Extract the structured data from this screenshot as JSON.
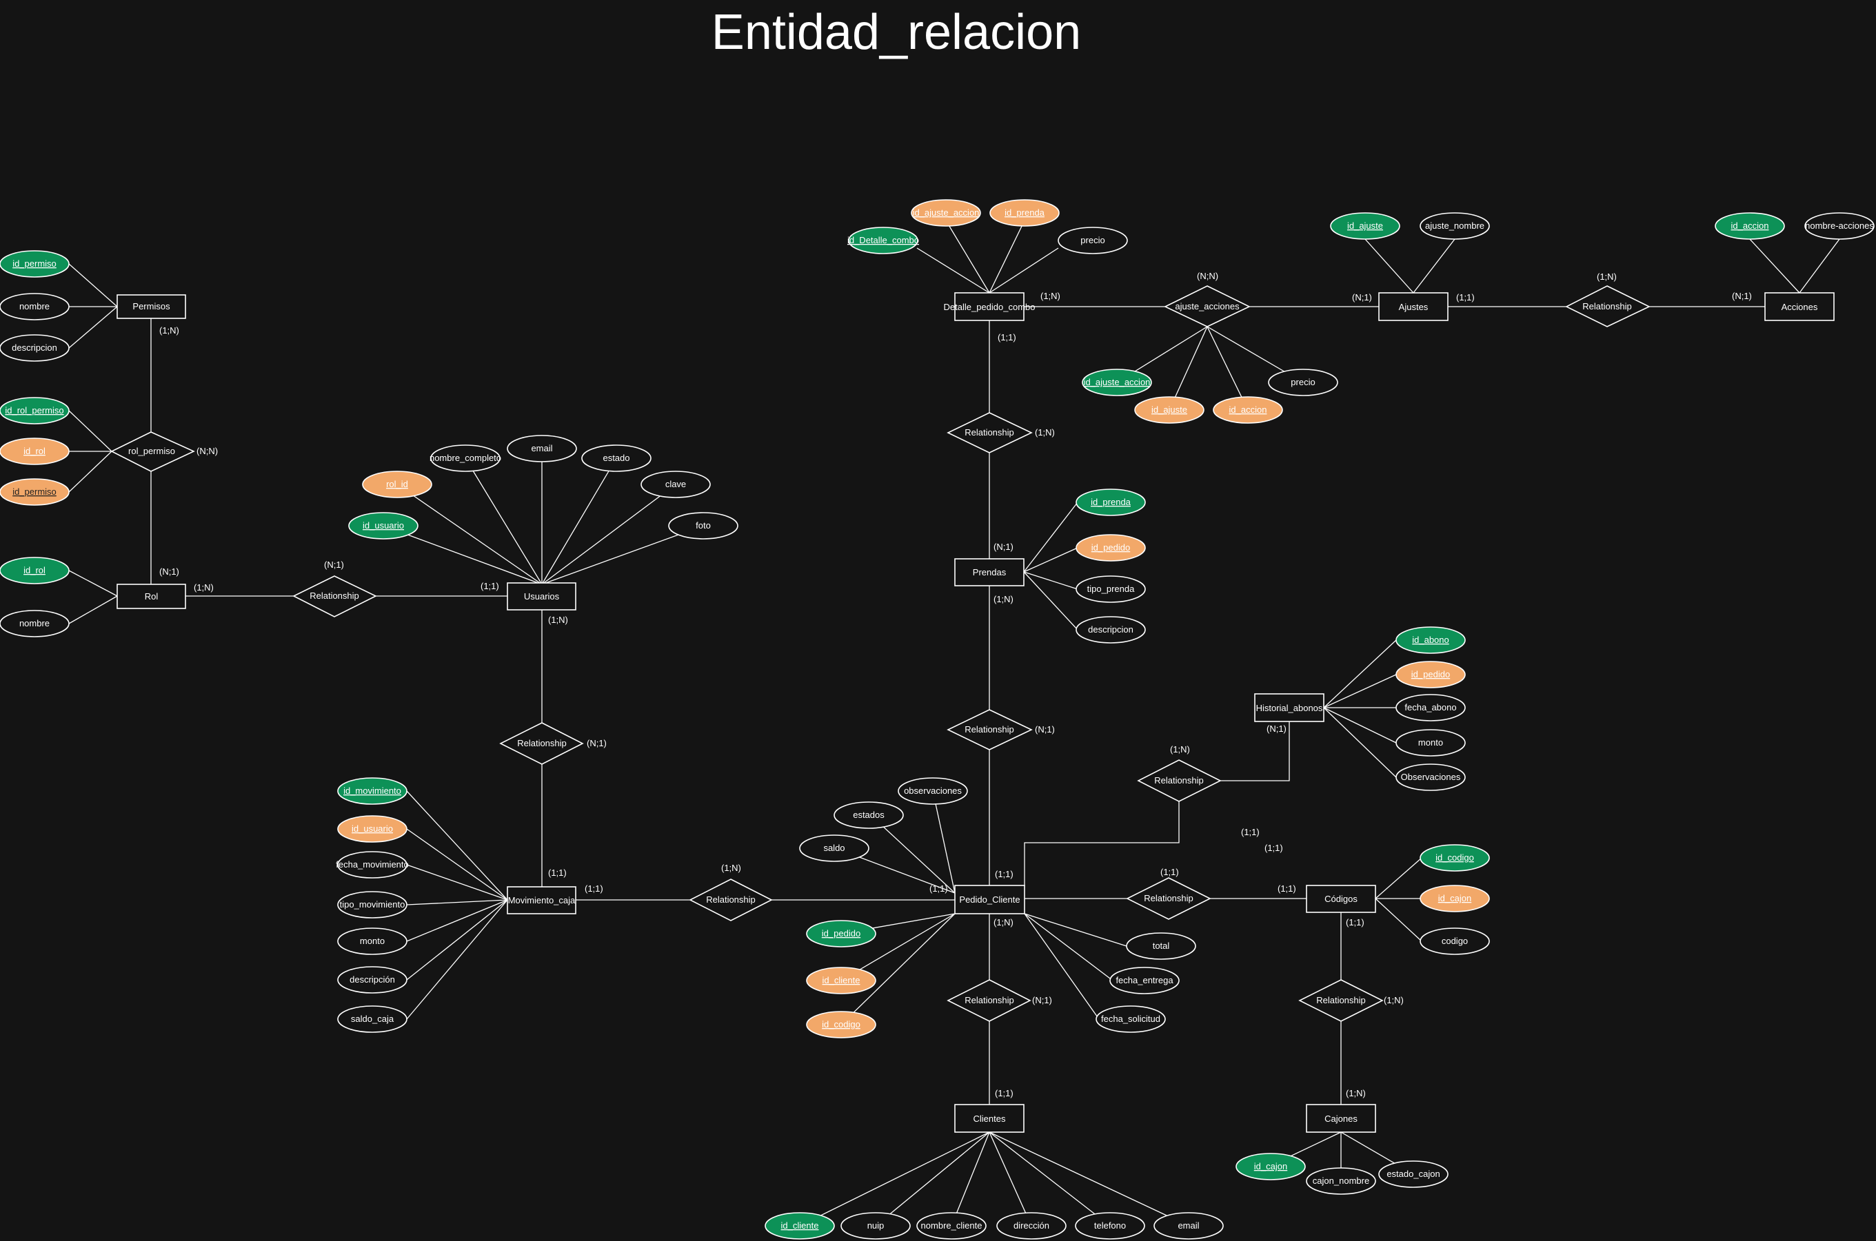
{
  "title": "Entidad_relacion",
  "colors": {
    "background": "#141414",
    "line": "#ffffff",
    "primary_key": "#0d9157",
    "foreign_key": "#f2a869"
  },
  "entities": {
    "permisos": "Permisos",
    "rol": "Rol",
    "usuarios": "Usuarios",
    "movimiento_caja": "Movimiento_caja",
    "detalle_pedido_combo": "Detalle_pedido_combo",
    "ajustes": "Ajustes",
    "acciones": "Acciones",
    "prendas": "Prendas",
    "historial_abonos": "Historial_abonos",
    "pedido_cliente": "Pedido_Cliente",
    "codigos": "Códigos",
    "clientes": "Clientes",
    "cajones": "Cajones"
  },
  "relationships": {
    "rol_permiso": "rol_permiso",
    "rol_usuarios": "Relationship",
    "usuarios_movimiento": "Relationship",
    "movimiento_pedido": "Relationship",
    "ajuste_acciones": "ajuste_acciones",
    "ajustes_acciones": "Relationship",
    "detalle_prendas": "Relationship",
    "prendas_pedido": "Relationship",
    "historial_pedido": "Relationship",
    "pedido_codigos": "Relationship",
    "pedido_clientes": "Relationship",
    "codigos_cajones": "Relationship"
  },
  "attributes": {
    "permisos": {
      "id_permiso": "id_permiso",
      "nombre": "nombre",
      "descripcion": "descripcion"
    },
    "rol_permiso": {
      "id_rol_permiso": "id_rol_permiso",
      "id_rol": "id_rol",
      "id_permiso": "id_permiso"
    },
    "rol": {
      "id_rol": "id_rol",
      "nombre": "nombre"
    },
    "usuarios": {
      "rol_id": "rol_id",
      "id_usuario": "id_usuario",
      "nombre_completo": "nombre_completo",
      "email": "email",
      "estado": "estado",
      "clave": "clave",
      "foto": "foto"
    },
    "movimiento_caja": {
      "id_movimiento": "id_movimiento",
      "id_usuario": "id_usuario",
      "fecha_movimiento": "fecha_movimiento",
      "tipo_movimiento": "tipo_movimiento",
      "monto": "monto",
      "descripcion": "descripción",
      "saldo_caja": "saldo_caja"
    },
    "detalle_pedido_combo": {
      "id_ajuste_accion": "id_ajuste_accion",
      "id_prenda": "id_prenda",
      "id_detalle_combo": "id_Detalle_combo",
      "precio": "precio"
    },
    "ajuste_acciones": {
      "id_ajuste_accion": "id_ajuste_accion",
      "id_ajuste": "id_ajuste",
      "id_accion": "id_accion",
      "precio": "precio"
    },
    "ajustes": {
      "id_ajuste": "id_ajuste",
      "ajuste_nombre": "ajuste_nombre"
    },
    "acciones": {
      "id_accion": "id_accion",
      "nombre_acciones": "nombre-acciones"
    },
    "prendas": {
      "id_prenda": "id_prenda",
      "id_pedido": "id_pedido",
      "tipo_prenda": "tipo_prenda",
      "descripcion": "descripcion"
    },
    "historial_abonos": {
      "id_abono": "id_abono",
      "id_pedido": "id_pedido",
      "fecha_abono": "fecha_abono",
      "monto": "monto",
      "observaciones": "Observaciones"
    },
    "pedido_cliente": {
      "observaciones": "observaciones",
      "estados": "estados",
      "saldo": "saldo",
      "id_pedido": "id_pedido",
      "id_cliente": "id_cliente",
      "id_codigo": "id_codigo",
      "total": "total",
      "fecha_entrega": "fecha_entrega",
      "fecha_solicitud": "fecha_solicitud"
    },
    "codigos": {
      "id_codigo": "id_codigo",
      "id_cajon": "id_cajon",
      "codigo": "codigo"
    },
    "clientes": {
      "id_cliente": "id_cliente",
      "nuip": "nuip",
      "nombre_cliente": "nombre_cliente",
      "direccion": "dirección",
      "telefono": "telefono",
      "email": "email"
    },
    "cajones": {
      "id_cajon": "id_cajon",
      "cajon_nombre": "cajon_nombre",
      "estado_cajon": "estado_cajon"
    }
  },
  "cardinalities": {
    "permisos_rel": "(1;N)",
    "rol_permiso_right": "(N;N)",
    "rol_rel": "(N;1)",
    "rol_right": "(1;N)",
    "rol_rel_top": "(N;1)",
    "usuarios_left": "(1;1)",
    "usuarios_bottom": "(1;N)",
    "usuarios_rel_right": "(N;1)",
    "movimiento_top": "(1;1)",
    "movimiento_right": "(1;1)",
    "movimiento_rel_top": "(1;N)",
    "pedido_left": "(1;1)",
    "detalle_right": "(1;N)",
    "ajuste_acciones_top": "(N;N)",
    "ajustes_left": "(N;1)",
    "ajustes_right": "(1;1)",
    "ajustes_rel_top": "(1;N)",
    "acciones_left": "(N;1)",
    "detalle_bottom": "(1;1)",
    "detalle_rel_right": "(1;N)",
    "prendas_top": "(N;1)",
    "prendas_bottom": "(1;N)",
    "prendas_rel_right": "(N;1)",
    "historial_rel_top": "(1;N)",
    "historial_bottom": "(N;1)",
    "pedido_top": "(1;1)",
    "pedido_right_a": "(1;1)",
    "pedido_right_b": "(1;1)",
    "codigos_rel_top": "(1;1)",
    "codigos_left": "(1;1)",
    "codigos_bottom": "(1;1)",
    "codigos_rel_right": "(1;N)",
    "cajones_top": "(1;N)",
    "pedido_bottom": "(1;N)",
    "clientes_rel_right": "(N;1)",
    "clientes_top": "(1;1)"
  }
}
